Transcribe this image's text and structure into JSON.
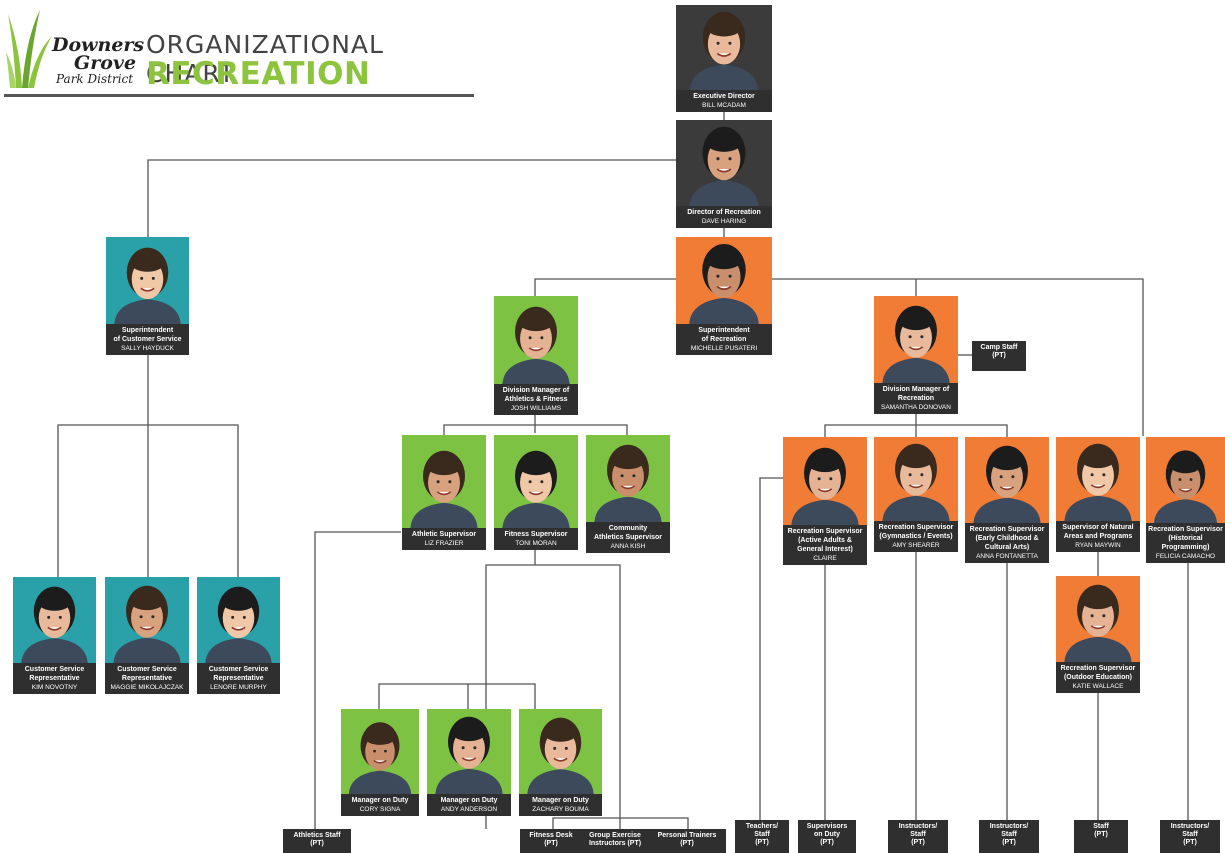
{
  "header": {
    "logo": {
      "line1": "Downers",
      "line2": "Grove",
      "line3": "Park District"
    },
    "title": "ORGANIZATIONAL CHART",
    "subtitle": "RECREATION"
  },
  "colors": {
    "teal": "#2aa1a8",
    "green": "#7dc242",
    "orange": "#f07c36",
    "gray": "#3b3b3b",
    "caption": "#2f2f2f",
    "line": "#555555"
  },
  "people": [
    {
      "id": "bill",
      "title": "Executive Director",
      "name": "BILL McADAM",
      "color": "gray"
    },
    {
      "id": "dave",
      "title": "Director of Recreation",
      "name": "DAVE HARING",
      "color": "gray"
    },
    {
      "id": "sally",
      "title": "Superintendent\nof Customer Service",
      "name": "SALLY HAYDUCK",
      "color": "teal"
    },
    {
      "id": "michelle",
      "title": "Superintendent\nof Recreation",
      "name": "MICHELLE PUSATERI",
      "color": "orange"
    },
    {
      "id": "josh",
      "title": "Division Manager of\nAthletics & Fitness",
      "name": "JOSH WILLIAMS",
      "color": "green"
    },
    {
      "id": "samantha",
      "title": "Division Manager of\nRecreation",
      "name": "SAMANTHA DONOVAN",
      "color": "orange"
    },
    {
      "id": "liz",
      "title": "Athletic Supervisor",
      "name": "LIZ FRAZIER",
      "color": "green"
    },
    {
      "id": "toni",
      "title": "Fitness Supervisor",
      "name": "TONI MORAN",
      "color": "green"
    },
    {
      "id": "anna_k",
      "title": "Community\nAthletics Supervisor",
      "name": "ANNA KISH",
      "color": "green"
    },
    {
      "id": "claire",
      "title": "Recreation Supervisor\n(Active Adults &\nGeneral Interest)",
      "name": "CLAIRE",
      "color": "orange"
    },
    {
      "id": "amy",
      "title": "Recreation Supervisor\n(Gymnastics / Events)",
      "name": "AMY SHEARER",
      "color": "orange"
    },
    {
      "id": "anna_f",
      "title": "Recreation Supervisor\n(Early Childhood &\nCultural Arts)",
      "name": "ANNA FONTANETTA",
      "color": "orange"
    },
    {
      "id": "ryan",
      "title": "Supervisor of Natural\nAreas and Programs",
      "name": "RYAN MAYWIN",
      "color": "orange"
    },
    {
      "id": "felicia",
      "title": "Recreation Supervisor\n(Historical\nProgramming)",
      "name": "FELICIA CAMACHO",
      "color": "orange"
    },
    {
      "id": "katie",
      "title": "Recreation Supervisor\n(Outdoor Education)",
      "name": "KATIE WALLACE",
      "color": "orange"
    },
    {
      "id": "kim",
      "title": "Customer Service\nRepresentative",
      "name": "KIM NOVOTNY",
      "color": "teal"
    },
    {
      "id": "maggie",
      "title": "Customer Service\nRepresentative",
      "name": "MAGGIE MIKOLAJCZAK",
      "color": "teal"
    },
    {
      "id": "lenore",
      "title": "Customer Service\nRepresentative",
      "name": "LENORE MURPHY",
      "color": "teal"
    },
    {
      "id": "cory",
      "title": "Manager on Duty",
      "name": "CORY SIGNA",
      "color": "green"
    },
    {
      "id": "andy",
      "title": "Manager on Duty",
      "name": "ANDY ANDERSON",
      "color": "green"
    },
    {
      "id": "zachary",
      "title": "Manager on Duty",
      "name": "ZACHARY BOUMA",
      "color": "green"
    }
  ],
  "staff_boxes": [
    {
      "id": "camp",
      "label": "Camp Staff\n(PT)"
    },
    {
      "id": "athletics",
      "label": "Athletics Staff\n(PT)"
    },
    {
      "id": "fitdesk",
      "label": "Fitness Desk\n(PT)"
    },
    {
      "id": "groupex",
      "label": "Group Exercise\nInstructors (PT)"
    },
    {
      "id": "trainers",
      "label": "Personal Trainers\n(PT)"
    },
    {
      "id": "teachers",
      "label": "Teachers/\nStaff\n(PT)"
    },
    {
      "id": "supervisors",
      "label": "Supervisors\non Duty\n(PT)"
    },
    {
      "id": "instr1",
      "label": "Instructors/\nStaff\n(PT)"
    },
    {
      "id": "instr2",
      "label": "Instructors/\nStaff\n(PT)"
    },
    {
      "id": "staff",
      "label": "Staff\n(PT)"
    },
    {
      "id": "instr3",
      "label": "Instructors/\nStaff\n(PT)"
    }
  ]
}
